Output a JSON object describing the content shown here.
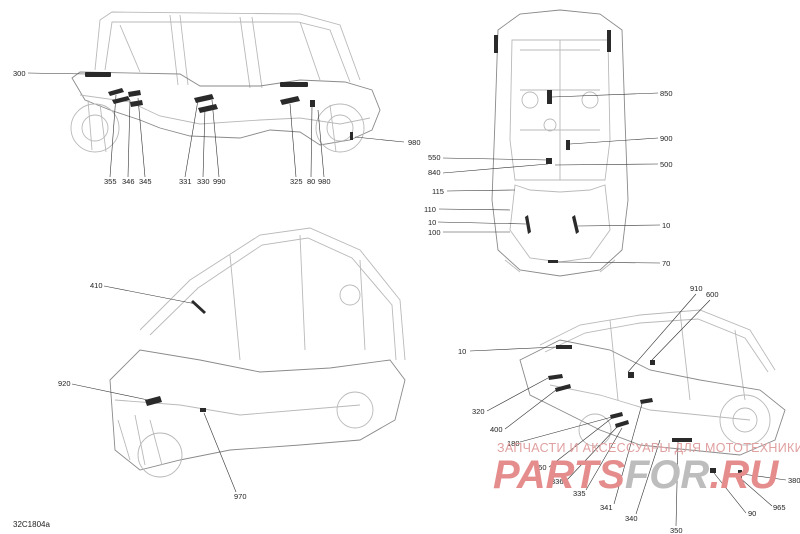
{
  "figure_code": "32C1804a",
  "watermark": {
    "subtitle": "ЗАПЧАСТИ И АКСЕССУАРЫ ДЛЯ МОТОТЕХНИКИ",
    "logo_part1": "PARTS",
    "logo_part2": "FOR",
    "logo_part3": ".RU"
  },
  "views": {
    "side_view": {
      "callouts": [
        "300",
        "355",
        "346",
        "345",
        "331",
        "330",
        "990",
        "325",
        "80",
        "980",
        "980"
      ]
    },
    "top_view": {
      "callouts": [
        "850",
        "900",
        "550",
        "840",
        "500",
        "115",
        "110",
        "10",
        "100",
        "10",
        "70"
      ]
    },
    "front_three_quarter_view": {
      "callouts": [
        "410",
        "920",
        "970"
      ]
    },
    "rear_three_quarter_view": {
      "callouts": [
        "910",
        "600",
        "10",
        "320",
        "400",
        "180",
        "560",
        "336",
        "335",
        "341",
        "340",
        "350",
        "380",
        "965",
        "90"
      ]
    }
  }
}
